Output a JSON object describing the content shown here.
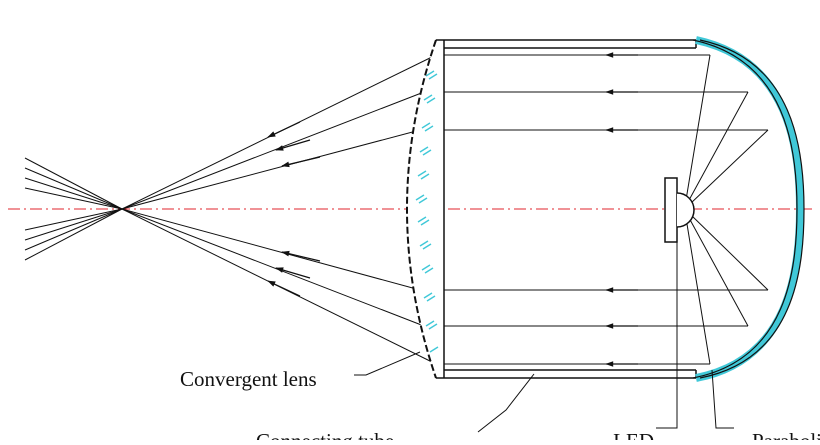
{
  "labels": {
    "convergent_lens": "Convergent lens",
    "connecting_tube": "Connecting tube",
    "led": "LED",
    "parabolic_reflector": "Parabolic reflector"
  },
  "colors": {
    "line": "#111111",
    "axis": "#e0242c",
    "glass": "#40c8d8",
    "background": "#ffffff"
  }
}
